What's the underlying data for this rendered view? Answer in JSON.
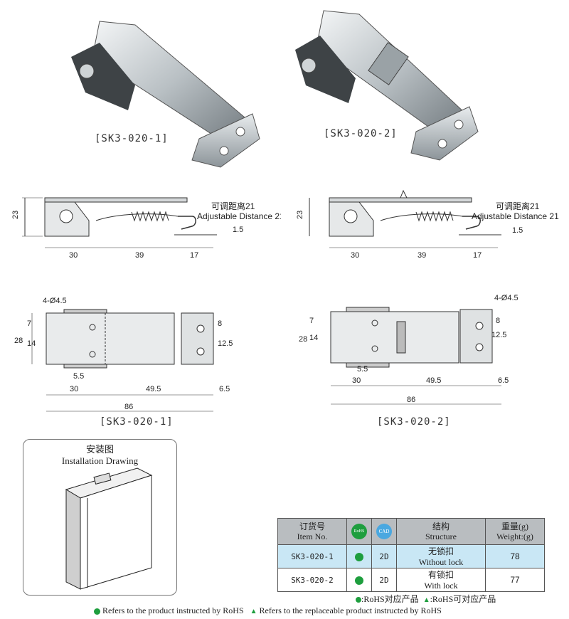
{
  "products": {
    "label1": "[SK3-020-1]",
    "label2": "[SK3-020-2]"
  },
  "side_view": {
    "adjust_cn": "可调距离21",
    "adjust_en": "Adjustable Distance 21",
    "height": "23",
    "d30": "30",
    "d39": "39",
    "d17": "17",
    "d15": "1.5"
  },
  "top_view": {
    "holes": "4-Ø4.5",
    "h28": "28",
    "h14": "14",
    "h7": "7",
    "h8": "8",
    "h125": "12.5",
    "w55": "5.5",
    "w30": "30",
    "w495": "49.5",
    "w65": "6.5",
    "w86": "86"
  },
  "installation": {
    "title_cn": "安装图",
    "title_en": "Installation Drawing"
  },
  "table": {
    "headers": {
      "item_cn": "订货号",
      "item_en": "Item No.",
      "rohs": "RoHS",
      "cad": "CAD",
      "structure_cn": "结构",
      "structure_en": "Structure",
      "weight_cn": "重量(g)",
      "weight_en": "Weight:(g)"
    },
    "rows": [
      {
        "item": "SK3-020-1",
        "cad": "2D",
        "structure_cn": "无锁扣",
        "structure_en": "Without lock",
        "weight": "78"
      },
      {
        "item": "SK3-020-2",
        "cad": "2D",
        "structure_cn": "有锁扣",
        "structure_en": "With lock",
        "weight": "77"
      }
    ],
    "note_rohs": ":RoHS对应产品",
    "note_replaceable": ":RoHS可对应产品"
  },
  "legend": {
    "rohs": "Refers to the product instructed by RoHS",
    "replaceable": "Refers to the replaceable product instructed by RoHS"
  },
  "colors": {
    "green": "#1e9e3e",
    "header_gray": "#b9bdc0",
    "row_blue": "#c9e7f5"
  }
}
